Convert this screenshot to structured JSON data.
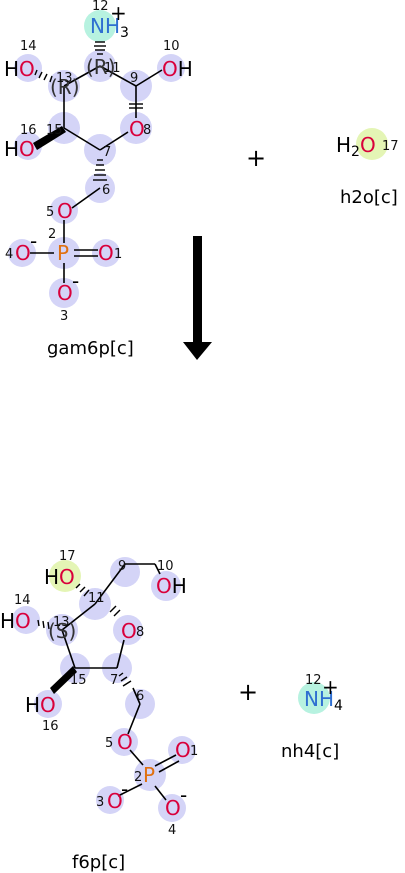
{
  "reaction": {
    "plus_sign": "+",
    "substrates": [
      {
        "name": "gam6p[c]",
        "atoms": [
          {
            "n": "12",
            "sym": "NH",
            "sub": "3",
            "charge": "+"
          },
          {
            "n": "14",
            "sym": "HO"
          },
          {
            "n": "13",
            "sym": "(R)"
          },
          {
            "n": "11",
            "sym": "(R)"
          },
          {
            "n": "9"
          },
          {
            "n": "10",
            "sym": "OH"
          },
          {
            "n": "16",
            "sym": "HO"
          },
          {
            "n": "15"
          },
          {
            "n": "7"
          },
          {
            "n": "8",
            "sym": "O"
          },
          {
            "n": "6"
          },
          {
            "n": "5",
            "sym": "O"
          },
          {
            "n": "2",
            "sym": "P"
          },
          {
            "n": "4",
            "sym": "O",
            "charge": "-"
          },
          {
            "n": "1",
            "sym": "O"
          },
          {
            "n": "3",
            "sym": "O",
            "charge": "-"
          }
        ]
      },
      {
        "name": "h2o[c]",
        "atoms": [
          {
            "n": "17",
            "sym": "H",
            "sub": "2",
            "sym2": "O"
          }
        ]
      }
    ],
    "products": [
      {
        "name": "f6p[c]",
        "atoms": [
          {
            "n": "17",
            "sym": "HO"
          },
          {
            "n": "9"
          },
          {
            "n": "10",
            "sym": "OH"
          },
          {
            "n": "14",
            "sym": "HO"
          },
          {
            "n": "13",
            "sym": "(S)"
          },
          {
            "n": "11"
          },
          {
            "n": "8",
            "sym": "O"
          },
          {
            "n": "15"
          },
          {
            "n": "7"
          },
          {
            "n": "16",
            "sym": "HO"
          },
          {
            "n": "6"
          },
          {
            "n": "5",
            "sym": "O"
          },
          {
            "n": "2",
            "sym": "P"
          },
          {
            "n": "1",
            "sym": "O"
          },
          {
            "n": "3",
            "sym": "O",
            "charge": "-"
          },
          {
            "n": "4",
            "sym": "O",
            "charge": "-"
          }
        ]
      },
      {
        "name": "nh4[c]",
        "atoms": [
          {
            "n": "12",
            "sym": "NH",
            "sub": "4",
            "charge": "+"
          }
        ]
      }
    ],
    "colors": {
      "atom_highlight": "#d4d4f7",
      "water_highlight": "#e4f5b5",
      "nitrogen_highlight": "#b7f2e0",
      "oxygen": "#d9003b",
      "nitrogen": "#2f6fd1",
      "phosphorus": "#e07010",
      "bond": "#000000",
      "arrow": "#000000"
    }
  }
}
